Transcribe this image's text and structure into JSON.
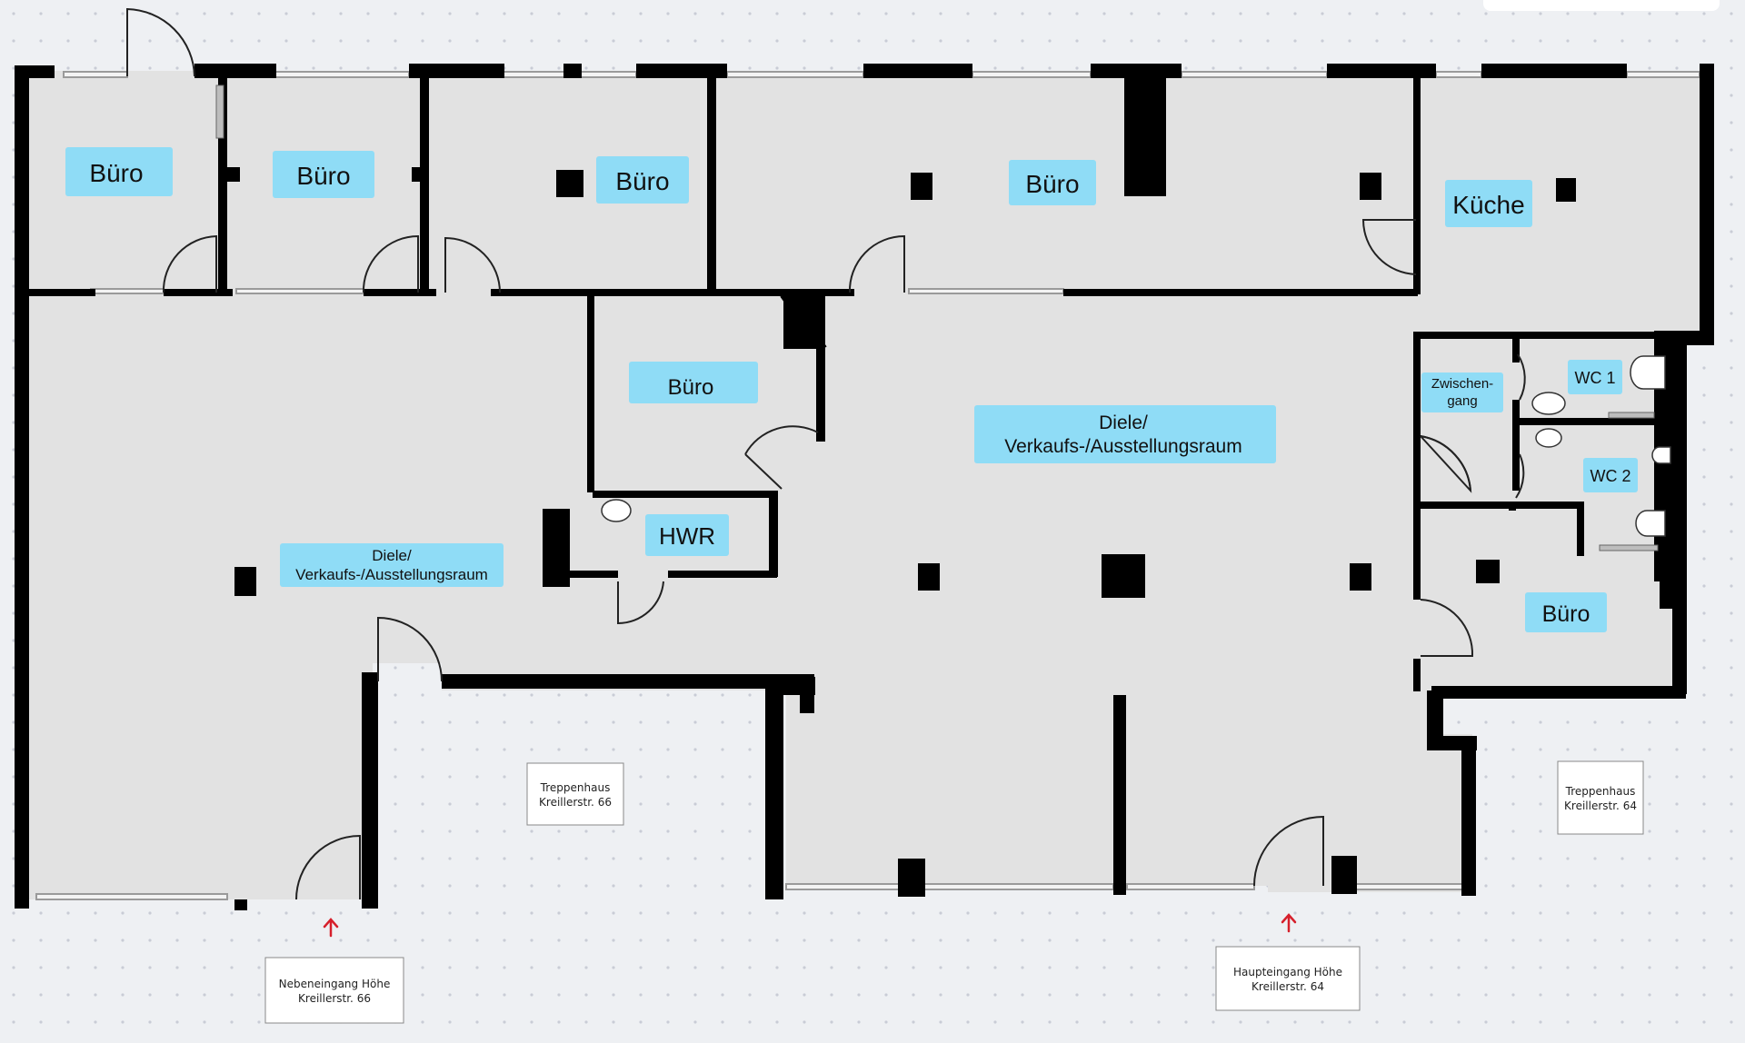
{
  "rooms": {
    "buero_1": "Büro",
    "buero_2": "Büro",
    "buero_3": "Büro",
    "buero_4": "Büro",
    "kueche": "Küche",
    "buero_mid": "Büro",
    "hwr": "HWR",
    "diele_right_1": "Diele/",
    "diele_right_2": "Verkaufs-/Ausstellungsraum",
    "diele_left_1": "Diele/",
    "diele_left_2": "Verkaufs-/Ausstellungsraum",
    "zwischengang_1": "Zwischen-",
    "zwischengang_2": "gang",
    "wc1": "WC 1",
    "wc2": "WC 2",
    "buero_right": "Büro"
  },
  "notes": {
    "treppenhaus66_1": "Treppenhaus",
    "treppenhaus66_2": "Kreillerstr. 66",
    "treppenhaus64_1": "Treppenhaus",
    "treppenhaus64_2": "Kreillerstr. 64",
    "nebeneingang_1": "Nebeneingang Höhe",
    "nebeneingang_2": "Kreillerstr. 66",
    "haupteingang_1": "Haupteingang Höhe",
    "haupteingang_2": "Kreillerstr. 64"
  },
  "colors": {
    "floor": "#e2e2e2",
    "wall": "#000000",
    "label_bg": "#8fdcf6",
    "arrow": "#d61f2b",
    "canvas": "#eef0f3",
    "grid_dot": "#c9ccd6"
  }
}
